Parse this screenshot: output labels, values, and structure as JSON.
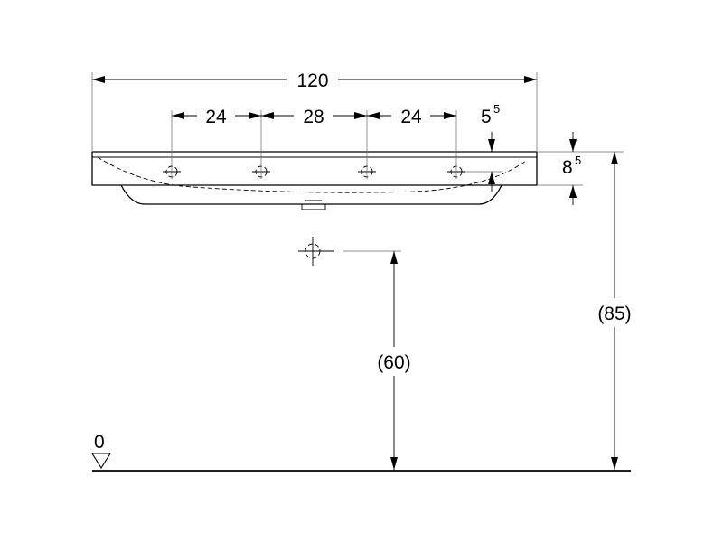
{
  "dimensions": {
    "total_width": "120",
    "spacing_left": "24",
    "spacing_middle": "28",
    "spacing_right": "24",
    "tap_offset": "5",
    "tap_offset_sup": "5",
    "rim_height": "8",
    "rim_height_sup": "5",
    "overall_height": "(85)",
    "outlet_height": "(60)",
    "floor_level": "0"
  }
}
